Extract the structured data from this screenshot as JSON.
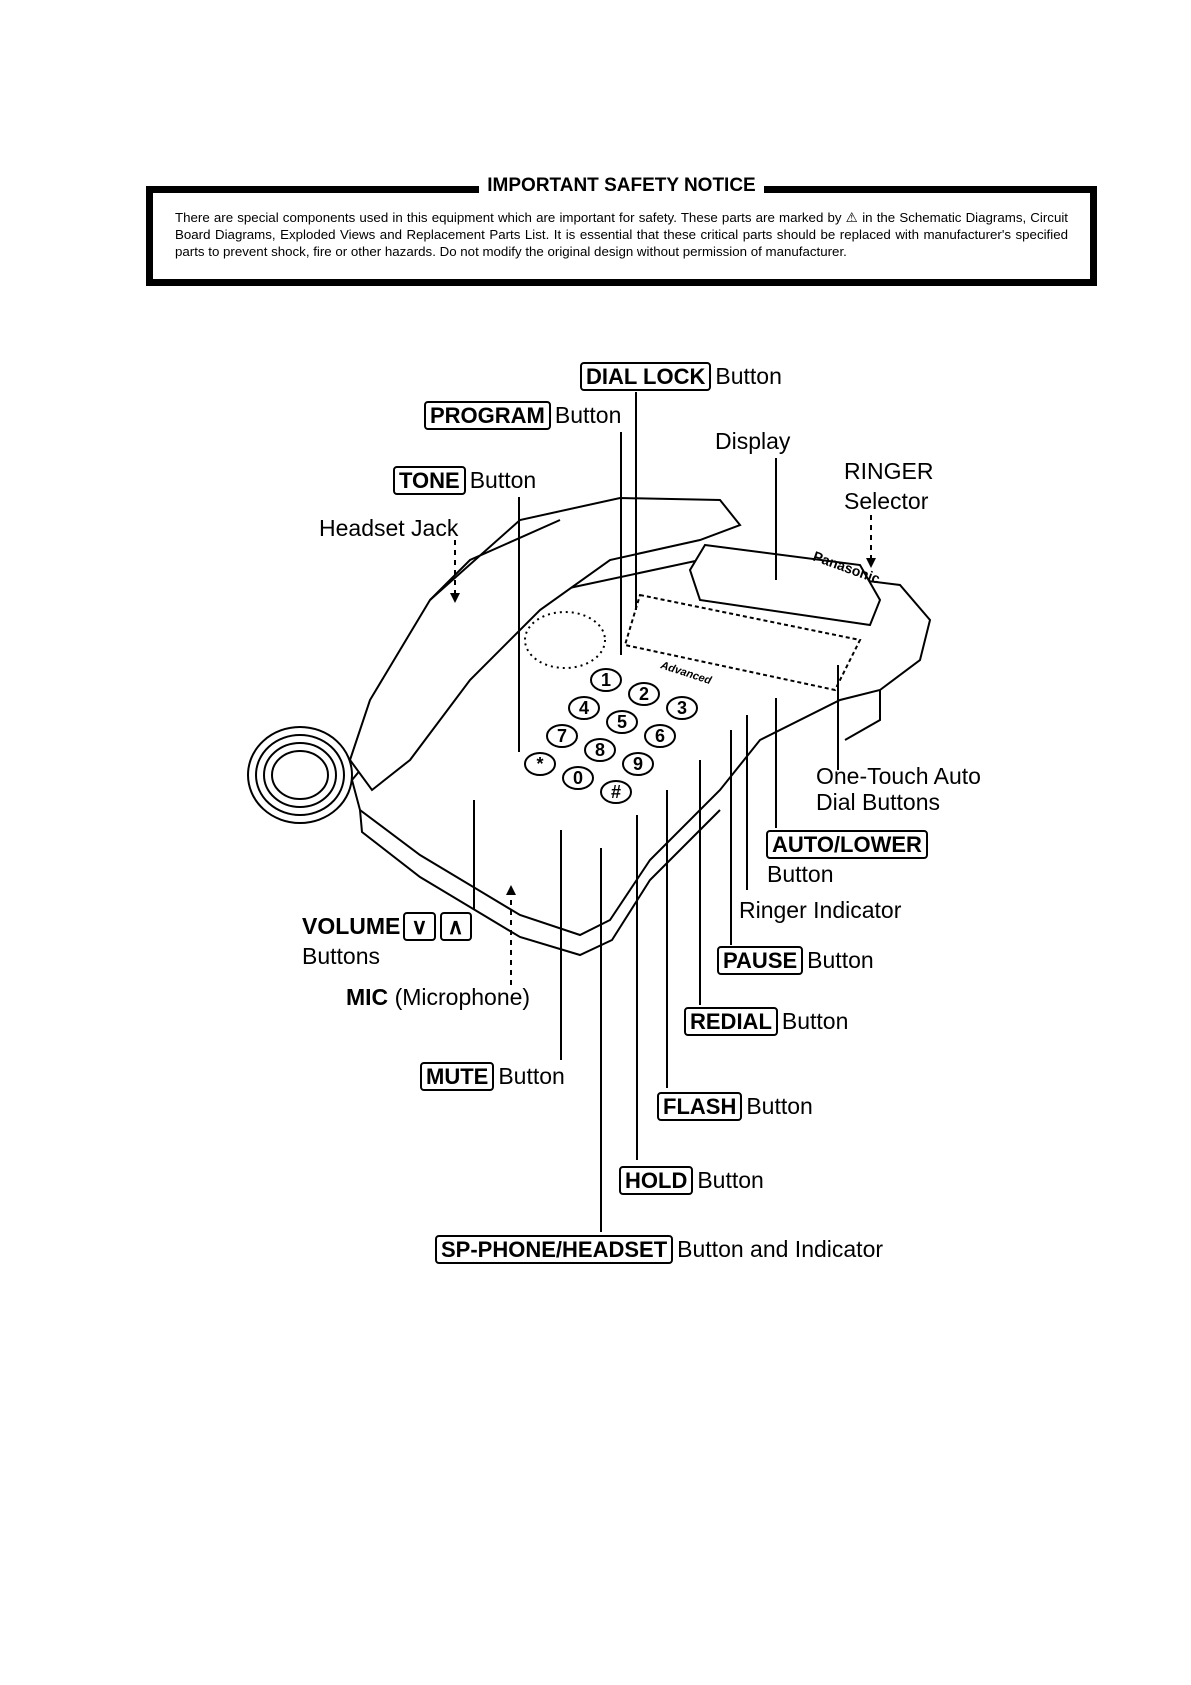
{
  "notice": {
    "title": "IMPORTANT SAFETY NOTICE",
    "text": "There are special components used in this equipment which are important for safety. These parts are marked by ⚠ in the Schematic Diagrams, Circuit Board Diagrams, Exploded Views and Replacement Parts List. It is essential that these critical parts should be replaced with manufacturer's specified parts to prevent shock, fire or other hazards. Do not modify the original design without permission of manufacturer."
  },
  "phone": {
    "brand": "Panasonic",
    "model_badge": "Advanced"
  },
  "labels": {
    "dial_lock": {
      "key": "DIAL LOCK",
      "suffix": "Button"
    },
    "program": {
      "key": "PROGRAM",
      "suffix": "Button"
    },
    "display": "Display",
    "ringer_line1": "RINGER",
    "ringer_line2": "Selector",
    "tone": {
      "key": "TONE",
      "suffix": "Button"
    },
    "headset_jack": "Headset Jack",
    "one_touch_line1": "One-Touch Auto",
    "one_touch_line2": "Dial Buttons",
    "auto_lower": {
      "key": "AUTO/LOWER",
      "suffix": "Button"
    },
    "ringer_indicator": "Ringer Indicator",
    "volume": {
      "word": "VOLUME",
      "down_glyph": "∨",
      "up_glyph": "∧",
      "line2": "Buttons"
    },
    "mic": {
      "word": "MIC",
      "rest": "(Microphone)"
    },
    "pause": {
      "key": "PAUSE",
      "suffix": "Button"
    },
    "redial": {
      "key": "REDIAL",
      "suffix": "Button"
    },
    "mute": {
      "key": "MUTE",
      "suffix": "Button"
    },
    "flash": {
      "key": "FLASH",
      "suffix": "Button"
    },
    "hold": {
      "key": "HOLD",
      "suffix": "Button"
    },
    "sp_phone": {
      "key": "SP-PHONE/HEADSET",
      "suffix": "Button and Indicator"
    }
  },
  "keypad": [
    "1",
    "2",
    "3",
    "4",
    "5",
    "6",
    "7",
    "8",
    "9",
    "*",
    "0",
    "#"
  ]
}
